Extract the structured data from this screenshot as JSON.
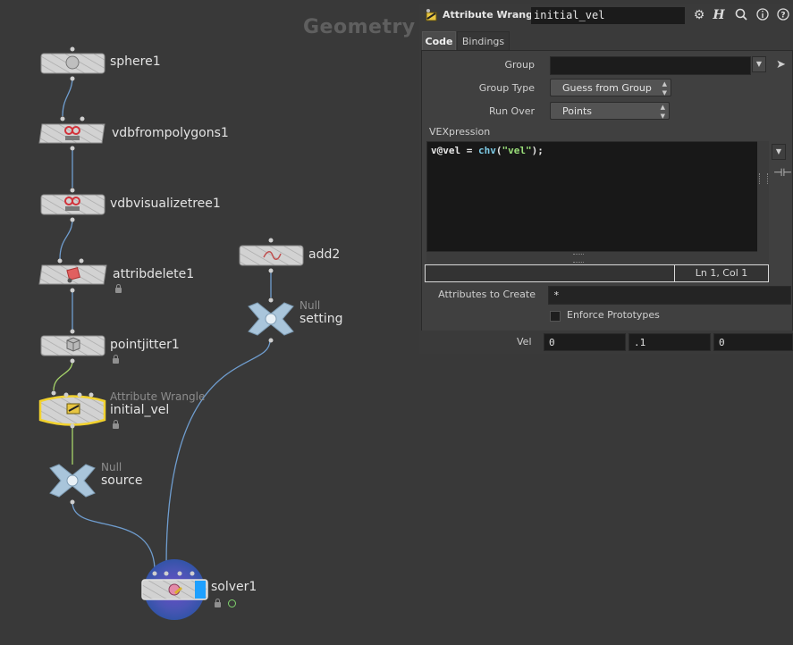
{
  "context_title": "Geometry",
  "nodes": {
    "sphere1": {
      "name": "sphere1"
    },
    "vdbfrompolygons1": {
      "name": "vdbfrompolygons1"
    },
    "vdbvisualizetree1": {
      "name": "vdbvisualizetree1"
    },
    "attribdelete1": {
      "name": "attribdelete1"
    },
    "pointjitter1": {
      "name": "pointjitter1"
    },
    "initial_vel": {
      "type": "Attribute Wrangle",
      "name": "initial_vel"
    },
    "source": {
      "type": "Null",
      "name": "source"
    },
    "add2": {
      "name": "add2"
    },
    "setting": {
      "type": "Null",
      "name": "setting"
    },
    "solver1": {
      "name": "solver1"
    }
  },
  "panel": {
    "header": {
      "type_label": "Attribute Wrangle",
      "node_name": "initial_vel"
    },
    "tabs": [
      {
        "label": "Code"
      },
      {
        "label": "Bindings"
      }
    ],
    "group": {
      "label": "Group",
      "value": ""
    },
    "group_type": {
      "label": "Group Type",
      "value": "Guess from Group"
    },
    "run_over": {
      "label": "Run Over",
      "value": "Points"
    },
    "vexpression": {
      "label": "VEXpression",
      "code": {
        "var": "v@vel",
        "op": " = ",
        "fn": "chv",
        "open": "(",
        "str": "\"vel\"",
        "close": ");"
      }
    },
    "cursor_position": "Ln 1, Col 1",
    "attributes_to_create": {
      "label": "Attributes to Create",
      "value": "*"
    },
    "enforce_prototypes": {
      "label": "Enforce Prototypes",
      "checked": false
    },
    "vel": {
      "label": "Vel",
      "x": "0",
      "y": ".1",
      "z": "0"
    }
  },
  "colors": {
    "background": "#393939",
    "wire": "#6f9dcf",
    "wire_green": "#a6d46a",
    "selected_outline": "#f2d22e",
    "null_node": "#a9c5db",
    "solver_glow": "#3f5fae"
  }
}
